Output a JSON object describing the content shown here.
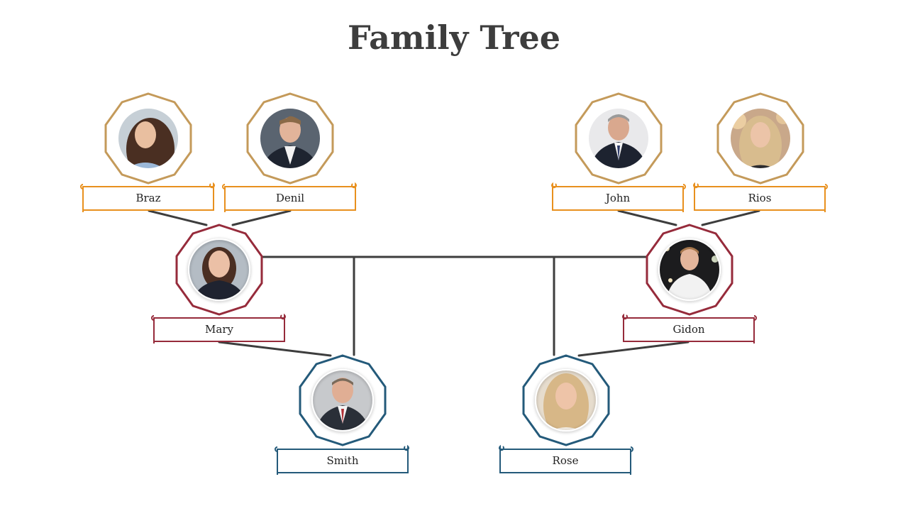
{
  "title": "Family Tree",
  "colors": {
    "grandparent": "#c49a5a",
    "grandparent_label": "#e8901e",
    "parent": "#962b3b",
    "child": "#245a7a",
    "line": "#3d3d3d"
  },
  "members": {
    "braz": {
      "name": "Braz",
      "generation": "grandparent",
      "photo": "woman-long-dark-hair"
    },
    "denil": {
      "name": "Denil",
      "generation": "grandparent",
      "photo": "man-suit"
    },
    "john": {
      "name": "John",
      "generation": "grandparent",
      "photo": "man-suit-grey-hair"
    },
    "rios": {
      "name": "Rios",
      "generation": "grandparent",
      "photo": "woman-blonde"
    },
    "mary": {
      "name": "Mary",
      "generation": "parent",
      "photo": "woman-short-dark-hair"
    },
    "gidon": {
      "name": "Gidon",
      "generation": "parent",
      "photo": "young-man-white-shirt"
    },
    "smith": {
      "name": "Smith",
      "generation": "child",
      "photo": "man-suit-tie"
    },
    "rose": {
      "name": "Rose",
      "generation": "child",
      "photo": "woman-blonde-long-hair"
    }
  }
}
